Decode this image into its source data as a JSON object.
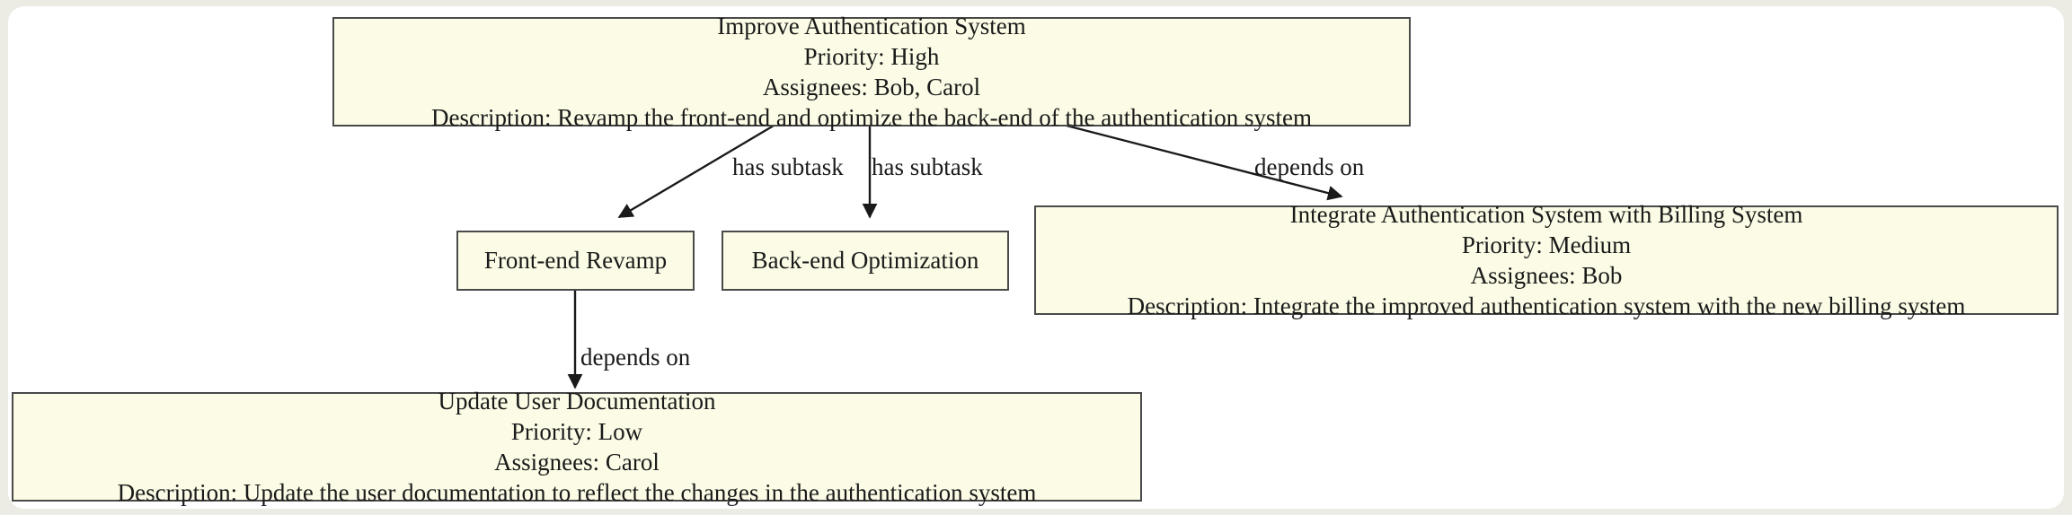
{
  "canvas": {
    "background": "#ecece4",
    "card_background": "#ffffff",
    "node_fill": "#fcfce6",
    "node_border": "#4a4a4a",
    "edge_color": "#1a1a1a",
    "text_color": "#1a1a1a"
  },
  "nodes": [
    {
      "id": "improve-authentication-system",
      "title": "Improve Authentication System",
      "priority": "Priority: High",
      "assignees": "Assignees: Bob, Carol",
      "description": "Description: Revamp the front-end and optimize the back-end of the authentication system"
    },
    {
      "id": "front-end-revamp",
      "title": "Front-end Revamp"
    },
    {
      "id": "back-end-optimization",
      "title": "Back-end Optimization"
    },
    {
      "id": "integrate-authentication-system-with-billing-system",
      "title": "Integrate Authentication System with Billing System",
      "priority": "Priority: Medium",
      "assignees": "Assignees: Bob",
      "description": "Description: Integrate the improved authentication system with the new billing system"
    },
    {
      "id": "update-user-documentation",
      "title": "Update User Documentation",
      "priority": "Priority: Low",
      "assignees": "Assignees: Carol",
      "description": "Description: Update the user documentation to reflect the changes in the authentication system"
    }
  ],
  "edges": [
    {
      "id": "improve-to-frontend",
      "from": "improve-authentication-system",
      "to": "front-end-revamp",
      "label": "has subtask"
    },
    {
      "id": "improve-to-backend",
      "from": "improve-authentication-system",
      "to": "back-end-optimization",
      "label": "has subtask"
    },
    {
      "id": "improve-to-integrate",
      "from": "improve-authentication-system",
      "to": "integrate-authentication-system-with-billing-system",
      "label": "depends on"
    },
    {
      "id": "frontend-to-update-docs",
      "from": "front-end-revamp",
      "to": "update-user-documentation",
      "label": "depends on"
    }
  ]
}
